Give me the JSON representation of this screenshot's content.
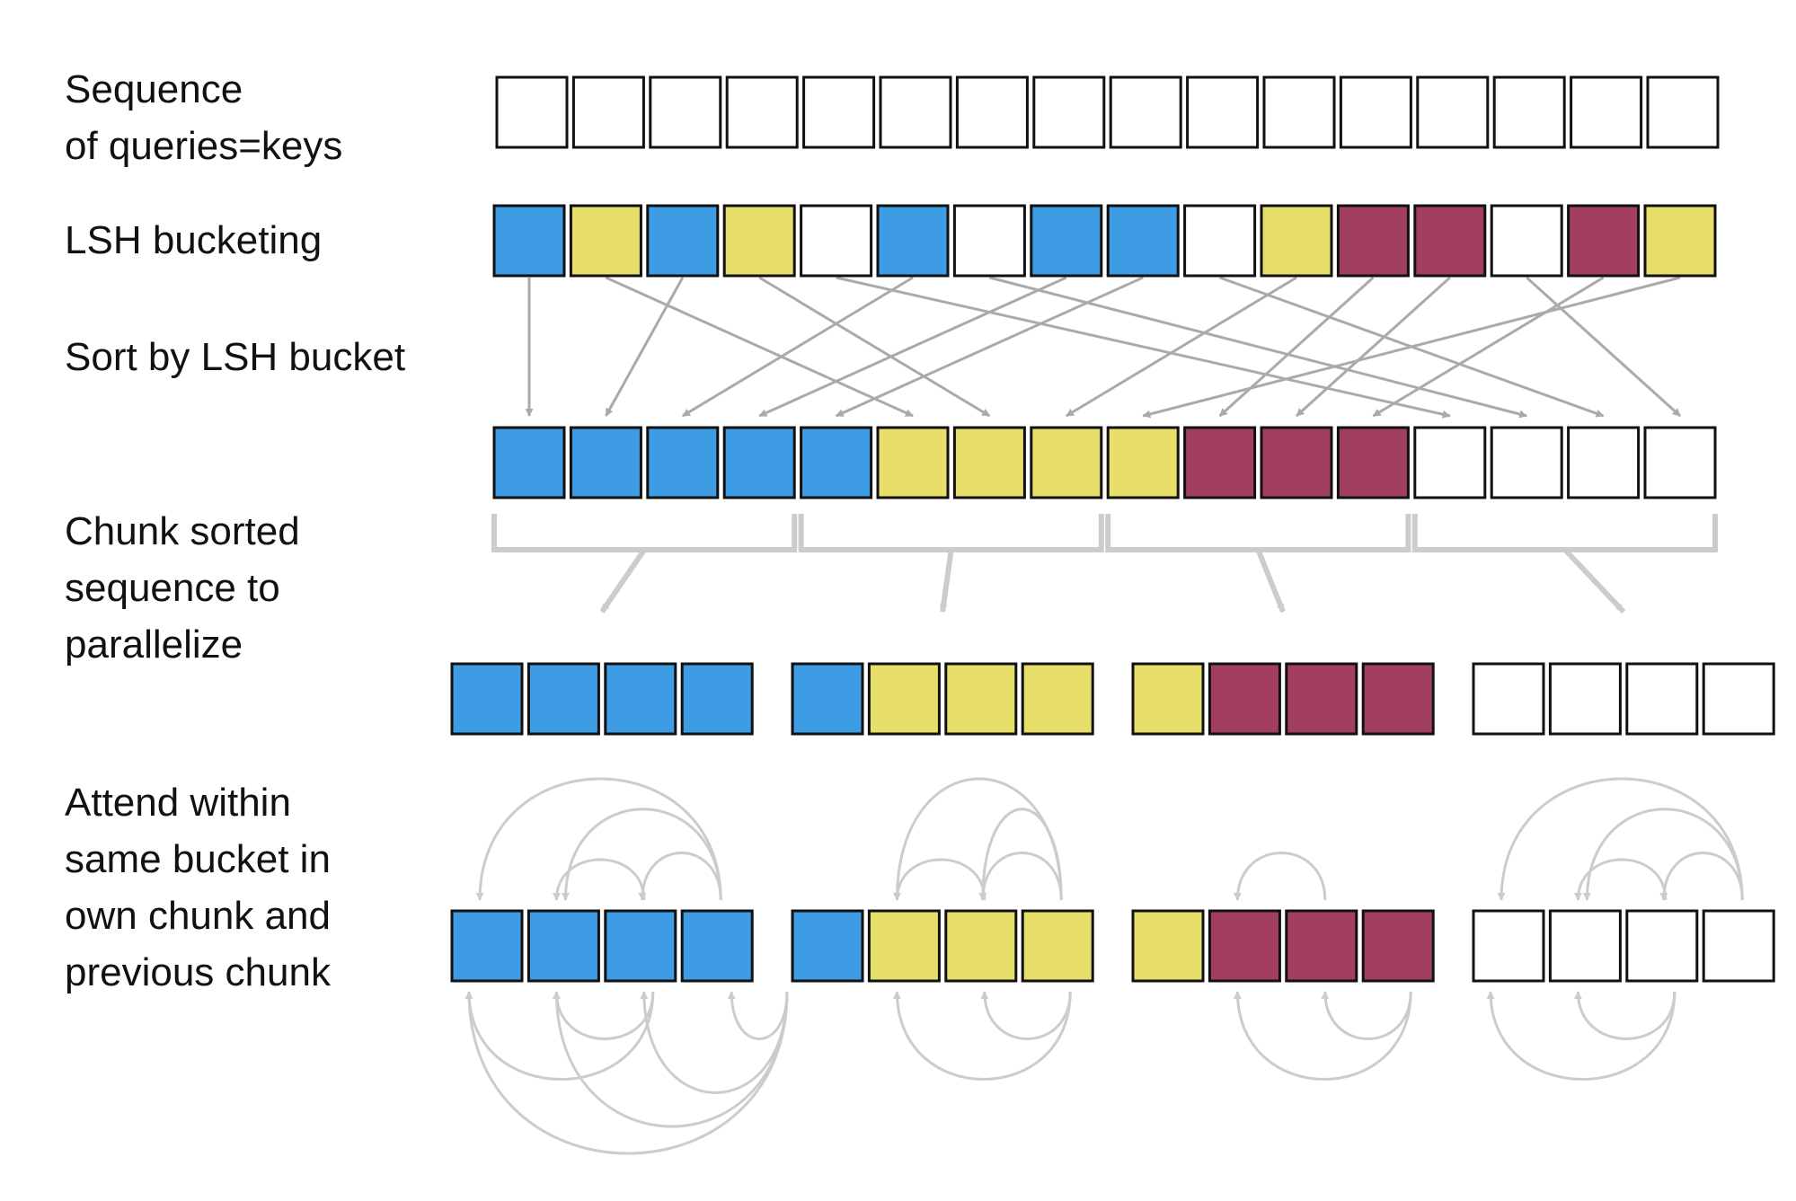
{
  "labels": {
    "sequence": "Sequence\nof queries=keys",
    "bucketing": "LSH bucketing",
    "sort": "Sort by LSH bucket",
    "chunk": "Chunk sorted\nsequence to\nparallelize",
    "attend": "Attend within\nsame bucket in\nown chunk and\nprevious chunk"
  },
  "colors": {
    "blue": "#3d9ce3",
    "yellow": "#e8df6a",
    "red": "#a33f5e",
    "white": "#ffffff",
    "arrow": "#aaaaaa",
    "bracket": "#cccccc"
  },
  "sequence_cells": [
    "white",
    "white",
    "white",
    "white",
    "white",
    "white",
    "white",
    "white",
    "white",
    "white",
    "white",
    "white",
    "white",
    "white",
    "white",
    "white"
  ],
  "bucketed_cells": [
    "blue",
    "yellow",
    "blue",
    "yellow",
    "white",
    "blue",
    "white",
    "blue",
    "blue",
    "white",
    "yellow",
    "red",
    "red",
    "white",
    "red",
    "yellow"
  ],
  "sorted_cells": [
    "blue",
    "blue",
    "blue",
    "blue",
    "blue",
    "yellow",
    "yellow",
    "yellow",
    "yellow",
    "red",
    "red",
    "red",
    "white",
    "white",
    "white",
    "white"
  ],
  "chunks": [
    [
      "blue",
      "blue",
      "blue",
      "blue"
    ],
    [
      "blue",
      "yellow",
      "yellow",
      "yellow"
    ],
    [
      "yellow",
      "red",
      "red",
      "red"
    ],
    [
      "white",
      "white",
      "white",
      "white"
    ]
  ]
}
